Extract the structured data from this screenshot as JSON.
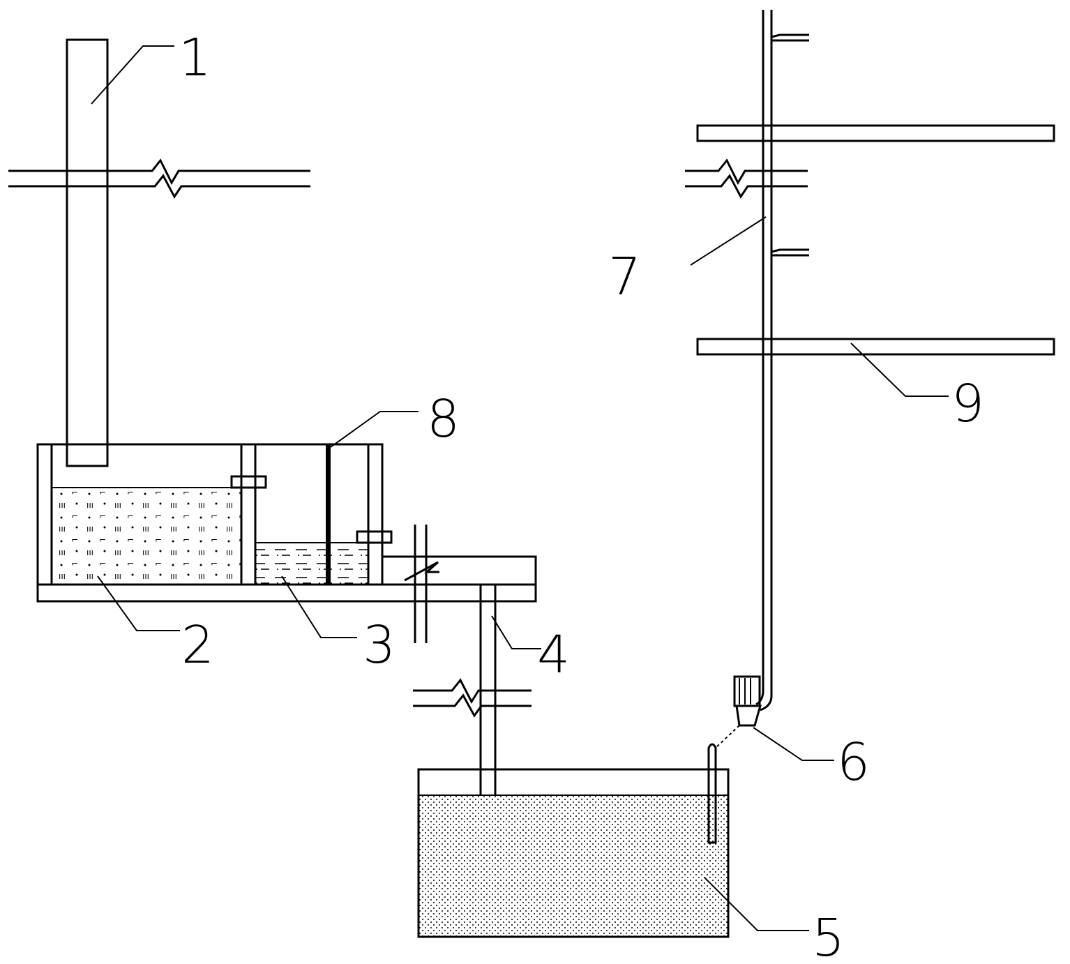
{
  "diagram": {
    "labels": {
      "l1": "1",
      "l2": "2",
      "l3": "3",
      "l4": "4",
      "l5": "5",
      "l6": "6",
      "l7": "7",
      "l8": "8",
      "l9": "9"
    }
  }
}
